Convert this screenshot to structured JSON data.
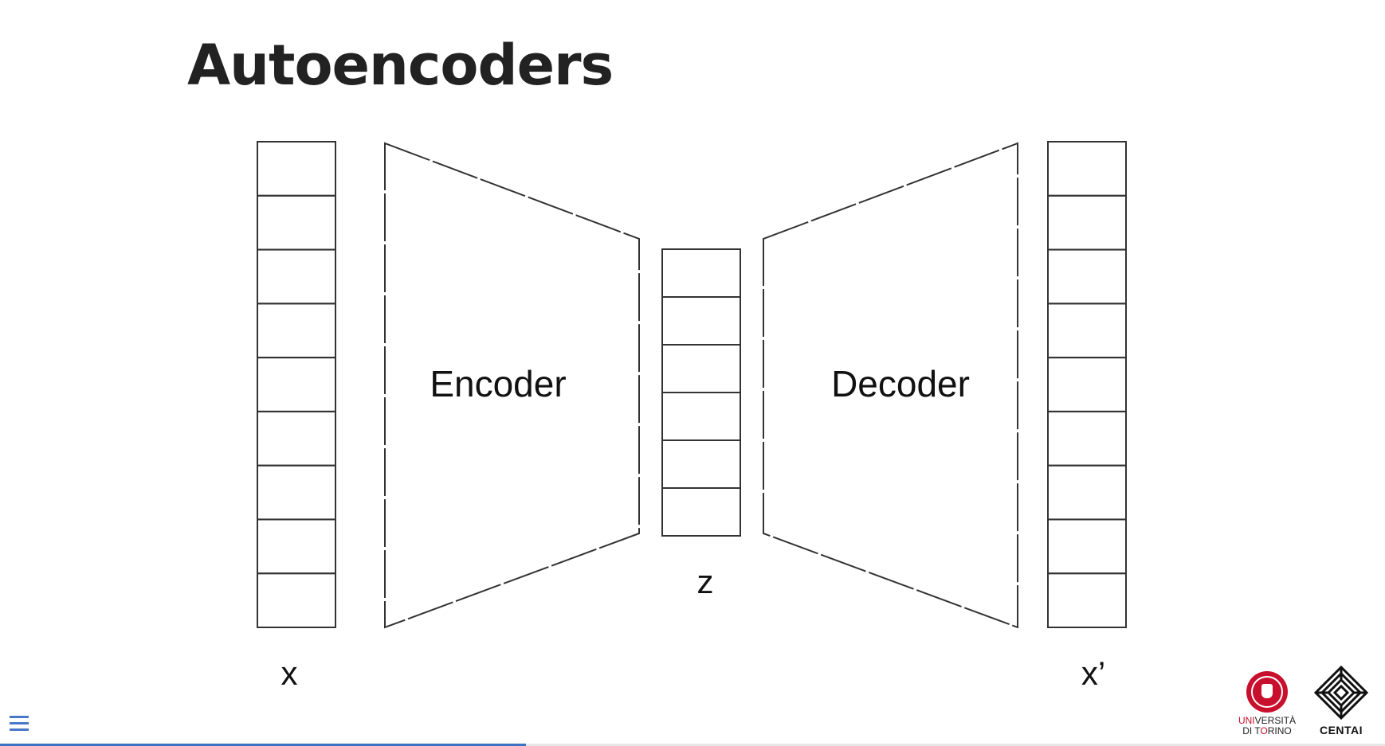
{
  "slide": {
    "title": "Autoencoders"
  },
  "diagram": {
    "encoder_label": "Encoder",
    "decoder_label": "Decoder",
    "input_label": "x",
    "latent_label": "z",
    "output_label": "x’",
    "input_cells": 9,
    "latent_cells": 6,
    "output_cells": 9
  },
  "footer": {
    "menu_icon": "hamburger-menu-icon",
    "progress": 0.38,
    "progress_color": "#3a72c4",
    "logos": {
      "unito_seal": "Università di Torino seal",
      "unito_line1_accent": "UNI",
      "unito_line1_rest": "VERSITÀ",
      "unito_line2_pre": "DI T",
      "unito_line2_accent": "O",
      "unito_line2_post": "RINO",
      "unito_accent_color": "#c8102e",
      "centai_mark": "CENTAI knot mark",
      "centai_name": "CENTAI"
    }
  }
}
